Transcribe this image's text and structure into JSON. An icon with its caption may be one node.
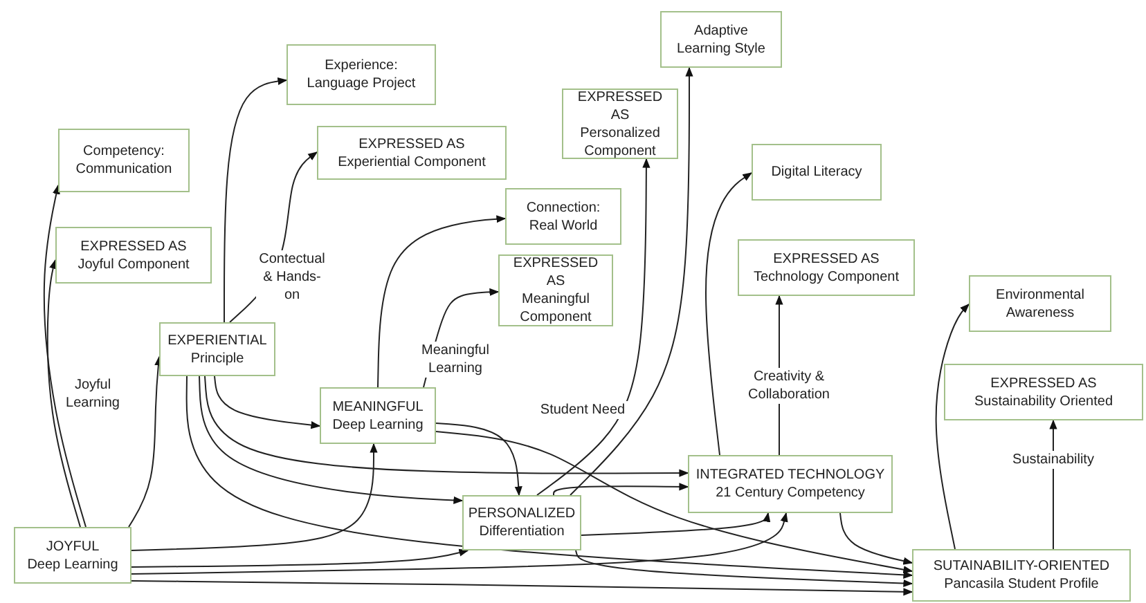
{
  "diagram": {
    "nodes": [
      {
        "text": [
          "Competency:",
          "Communication"
        ]
      },
      {
        "text": [
          "EXPRESSED AS",
          "Joyful Component"
        ]
      },
      {
        "text": [
          "Experience:",
          "Language Project"
        ]
      },
      {
        "text": [
          "EXPRESSED AS",
          "Experiential Component"
        ]
      },
      {
        "text": [
          "Adaptive Learning Style"
        ]
      },
      {
        "text": [
          "EXPRESSED AS",
          "Personalized Component"
        ]
      },
      {
        "text": [
          "Connection:",
          "Real World"
        ]
      },
      {
        "text": [
          "EXPRESSED AS",
          "Meaningful Component"
        ]
      },
      {
        "text": [
          "Digital Literacy"
        ]
      },
      {
        "text": [
          "EXPRESSED AS",
          "Technology Component"
        ]
      },
      {
        "text": [
          "Environmental Awareness"
        ]
      },
      {
        "text": [
          "EXPRESSED AS",
          "Sustainability Oriented"
        ]
      },
      {
        "text": [
          "EXPERIENTIAL",
          "Principle"
        ]
      },
      {
        "text": [
          "MEANINGFUL",
          "Deep Learning"
        ]
      },
      {
        "text": [
          "JOYFUL",
          "Deep Learning"
        ]
      },
      {
        "text": [
          "PERSONALIZED",
          "Differentiation"
        ]
      },
      {
        "text": [
          "INTEGRATED TECHNOLOGY",
          "21 Century Competency"
        ]
      },
      {
        "text": [
          "SUTAINABILITY-ORIENTED",
          "Pancasila Student Profile"
        ]
      }
    ],
    "edges": [
      {
        "from": 14,
        "to": 0,
        "arrow": "to",
        "label": "Joyful Learning"
      },
      {
        "from": 14,
        "to": 1,
        "arrow": "to"
      },
      {
        "from": 14,
        "to": 12,
        "arrow": "to"
      },
      {
        "from": 14,
        "to": 13,
        "arrow": "to"
      },
      {
        "from": 14,
        "to": 15,
        "arrow": "to"
      },
      {
        "from": 14,
        "to": 16,
        "arrow": "to"
      },
      {
        "from": 14,
        "to": 17,
        "arrow": "to"
      },
      {
        "from": 12,
        "to": 2,
        "arrow": "to"
      },
      {
        "from": 12,
        "to": 3,
        "arrow": "to",
        "label": "Contectual & Hands-on"
      },
      {
        "from": 12,
        "to": 13,
        "arrow": "to"
      },
      {
        "from": 12,
        "to": 16,
        "arrow": "to"
      },
      {
        "from": 12,
        "to": 15,
        "arrow": "to"
      },
      {
        "from": 12,
        "to": 17,
        "arrow": "to"
      },
      {
        "from": 13,
        "to": 6,
        "arrow": "to"
      },
      {
        "from": 13,
        "to": 7,
        "arrow": "to",
        "label": "Meaningful Learning"
      },
      {
        "from": 13,
        "to": 15,
        "arrow": "to"
      },
      {
        "from": 13,
        "to": 17,
        "arrow": "to"
      },
      {
        "from": 15,
        "to": 5,
        "arrow": "to",
        "label": "Student Need"
      },
      {
        "from": 15,
        "to": 4,
        "arrow": "to"
      },
      {
        "from": 15,
        "to": 16,
        "arrow": "to"
      },
      {
        "from": 15,
        "to": 16,
        "arrow": "to"
      },
      {
        "from": 15,
        "to": 17,
        "arrow": "to"
      },
      {
        "from": 16,
        "to": 8,
        "arrow": "to"
      },
      {
        "from": 16,
        "to": 9,
        "arrow": "to",
        "label": "Creativity & Collaboration"
      },
      {
        "from": 16,
        "to": 17,
        "arrow": "to"
      },
      {
        "from": 17,
        "to": 10,
        "arrow": "to"
      },
      {
        "from": 17,
        "to": 11,
        "arrow": "to",
        "label": "Sustainability"
      }
    ]
  }
}
